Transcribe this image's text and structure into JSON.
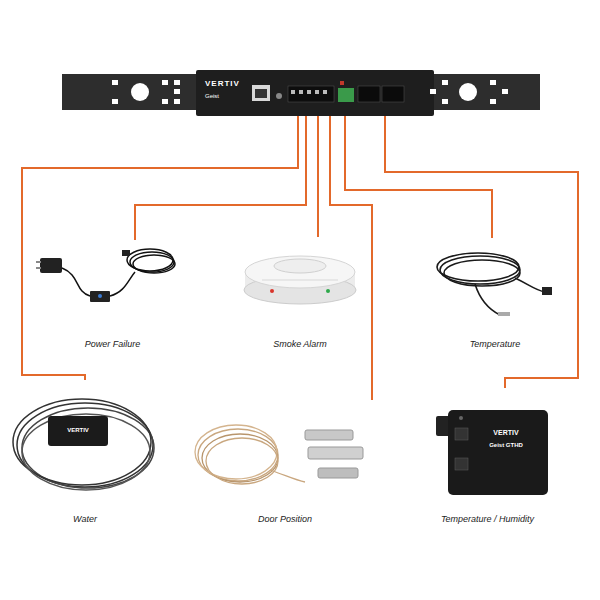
{
  "diagram": {
    "nodes": [
      {
        "text": [
          "VERTIV",
          "Geist"
        ]
      },
      {
        "text": [
          "Power Failure"
        ]
      },
      {
        "text": [
          "Smoke Alarm"
        ]
      },
      {
        "text": [
          "Temperature"
        ]
      },
      {
        "text": [
          "Water"
        ]
      },
      {
        "text": [
          "Door Position"
        ]
      },
      {
        "text": [
          "Temperature / Humidity"
        ]
      }
    ],
    "edges": [
      {
        "from": 0,
        "to": 1,
        "arrow": "none"
      },
      {
        "from": 0,
        "to": 2,
        "arrow": "none"
      },
      {
        "from": 0,
        "to": 3,
        "arrow": "none"
      },
      {
        "from": 0,
        "to": 4,
        "arrow": "none"
      },
      {
        "from": 0,
        "to": 5,
        "arrow": "none"
      },
      {
        "from": 0,
        "to": 6,
        "arrow": "none"
      }
    ],
    "labels": [
      "VERTIV",
      "VERTIV",
      "Geist GTHD"
    ]
  }
}
